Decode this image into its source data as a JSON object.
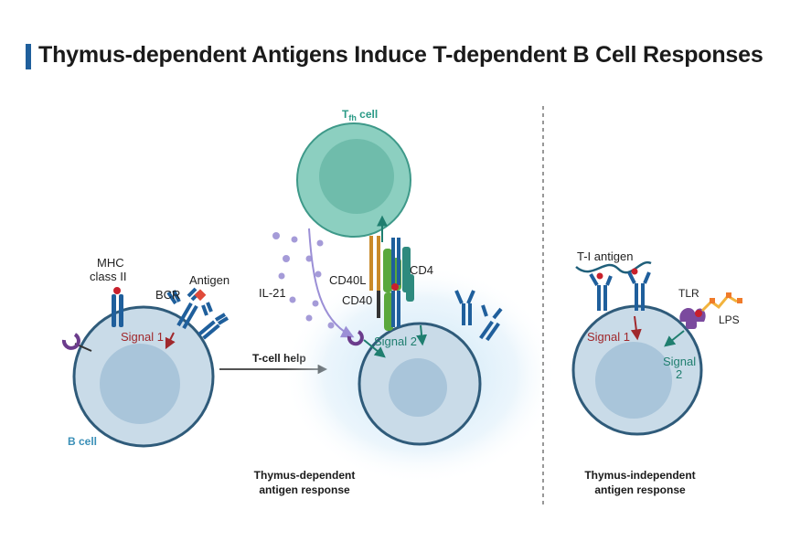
{
  "title": "Thymus-dependent Antigens Induce T-dependent B Cell Responses",
  "tfh": {
    "label_main": "T",
    "label_sub": "fh",
    "label_rest": " cell"
  },
  "left": {
    "mhc_line1": "MHC",
    "mhc_line2": "class II",
    "bcr": "BCR",
    "antigen": "Antigen",
    "signal1": "Signal 1",
    "bcell": "B cell"
  },
  "middle": {
    "il21": "IL-21",
    "cd40l": "CD40L",
    "cd40": "CD40",
    "cd4": "CD4",
    "tcell_help": "T-cell help",
    "signal2": "Signal 2",
    "caption_line1": "Thymus-dependent",
    "caption_line2": "antigen response"
  },
  "right": {
    "ti_antigen": "T-I antigen",
    "tlr": "TLR",
    "lps": "LPS",
    "signal1": "Signal 1",
    "signal2_line1": "Signal",
    "signal2_line2": "2",
    "caption_line1": "Thymus-independent",
    "caption_line2": "antigen response"
  },
  "colors": {
    "bcell_fill": "#c9dbe8",
    "bcell_stroke": "#2f5b7a",
    "nucleus": "#a9c5da",
    "tfh_fill": "#8ccfc0",
    "tfh_nucleus": "#6fbcab",
    "bcr_color": "#1f5f9c",
    "cd40l_color": "#5aa83c",
    "cd4_color": "#2e8a7e",
    "signal1_color": "#a0282c",
    "signal2_color": "#1f7e6f",
    "il21_color": "#a59bd8",
    "antigen_color": "#e04a3a"
  }
}
